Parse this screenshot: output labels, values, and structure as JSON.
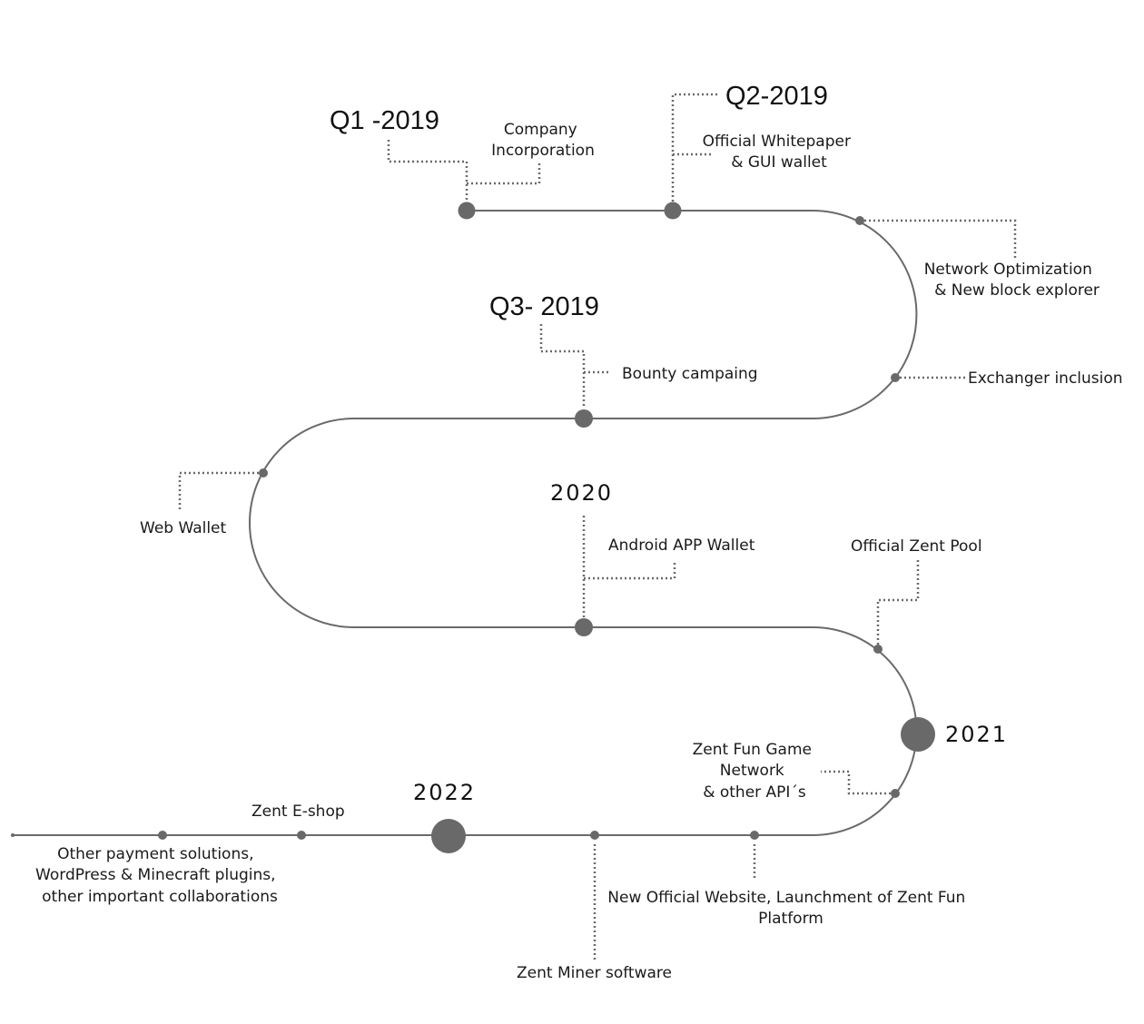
{
  "phases": {
    "q1_2019": "Q1 -2019",
    "q2_2019": "Q2-2019",
    "q3_2019": "Q3- 2019",
    "y2020": "2020",
    "y2021": "2021",
    "y2022": "2022"
  },
  "milestones": {
    "company_incorporation": [
      "Company",
      "Incorporation"
    ],
    "whitepaper": [
      "Official Whitepaper",
      "& GUI wallet"
    ],
    "network_optimization": [
      "Network Optimization",
      "& New block explorer"
    ],
    "exchanger": "Exchanger inclusion",
    "bounty": "Bounty campaing",
    "web_wallet": "Web Wallet",
    "android": "Android APP Wallet",
    "zent_pool": "Official Zent Pool",
    "fun_game": [
      "Zent Fun Game",
      "Network",
      "& other API´s"
    ],
    "website": [
      "New Official Website, Launchment of Zent Fun",
      "Platform"
    ],
    "miner": "Zent Miner software",
    "eshop": "Zent E-shop",
    "other_payment": [
      "Other payment solutions,",
      "WordPress & Minecraft plugins,",
      "other important collaborations"
    ]
  },
  "colors": {
    "path": "#6a6a6a",
    "dot": "#696969",
    "text": "#1a1a1a"
  }
}
